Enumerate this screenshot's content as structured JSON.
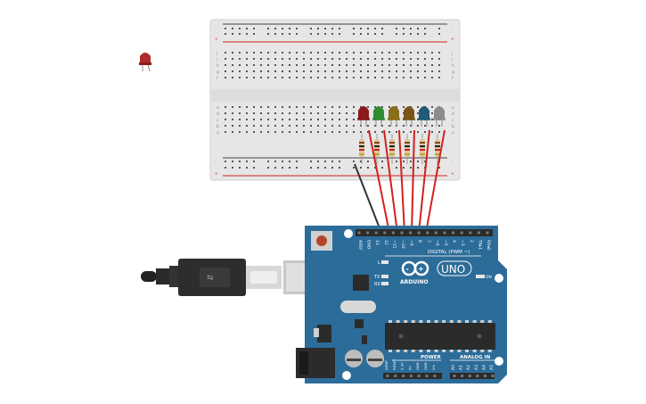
{
  "breadboard": {
    "rail_plus": "+",
    "rail_minus": "-",
    "row_letters_top": [
      "j",
      "i",
      "h",
      "g",
      "f"
    ],
    "row_letters_bottom": [
      "e",
      "d",
      "c",
      "b",
      "a"
    ]
  },
  "leds": [
    {
      "color": "#8b1a1a"
    },
    {
      "color": "#2e8b2e"
    },
    {
      "color": "#8a6d1a"
    },
    {
      "color": "#7a5518"
    },
    {
      "color": "#1f5a7a"
    },
    {
      "color": "#8c8c8c"
    }
  ],
  "loose_led": {
    "color": "#b02a2a"
  },
  "arduino": {
    "brand": "ARDUINO",
    "model": "UNO",
    "digital_label": "DIGITAL (PWM ~)",
    "power_label": "POWER",
    "analog_label": "ANALOG IN",
    "on_label": "ON",
    "l_label": "L",
    "tx_label": "TX",
    "rx_label": "RX",
    "top_pins": [
      "AREF",
      "GND",
      "13",
      "12",
      "~11",
      "~10",
      "~9",
      "8",
      "7",
      "~6",
      "~5",
      "4",
      "~3",
      "2",
      "TX▸1",
      "RX◂0"
    ],
    "power_pins": [
      "IOREF",
      "RESET",
      "3.3V",
      "5V",
      "GND",
      "GND",
      "Vin"
    ],
    "analog_pins": [
      "A0",
      "A1",
      "A2",
      "A3",
      "A4",
      "A5"
    ]
  },
  "colors": {
    "board": "#2c6c99",
    "wire_red": "#d42020",
    "wire_dark": "#333333",
    "breadboard": "#e8e8e8"
  }
}
